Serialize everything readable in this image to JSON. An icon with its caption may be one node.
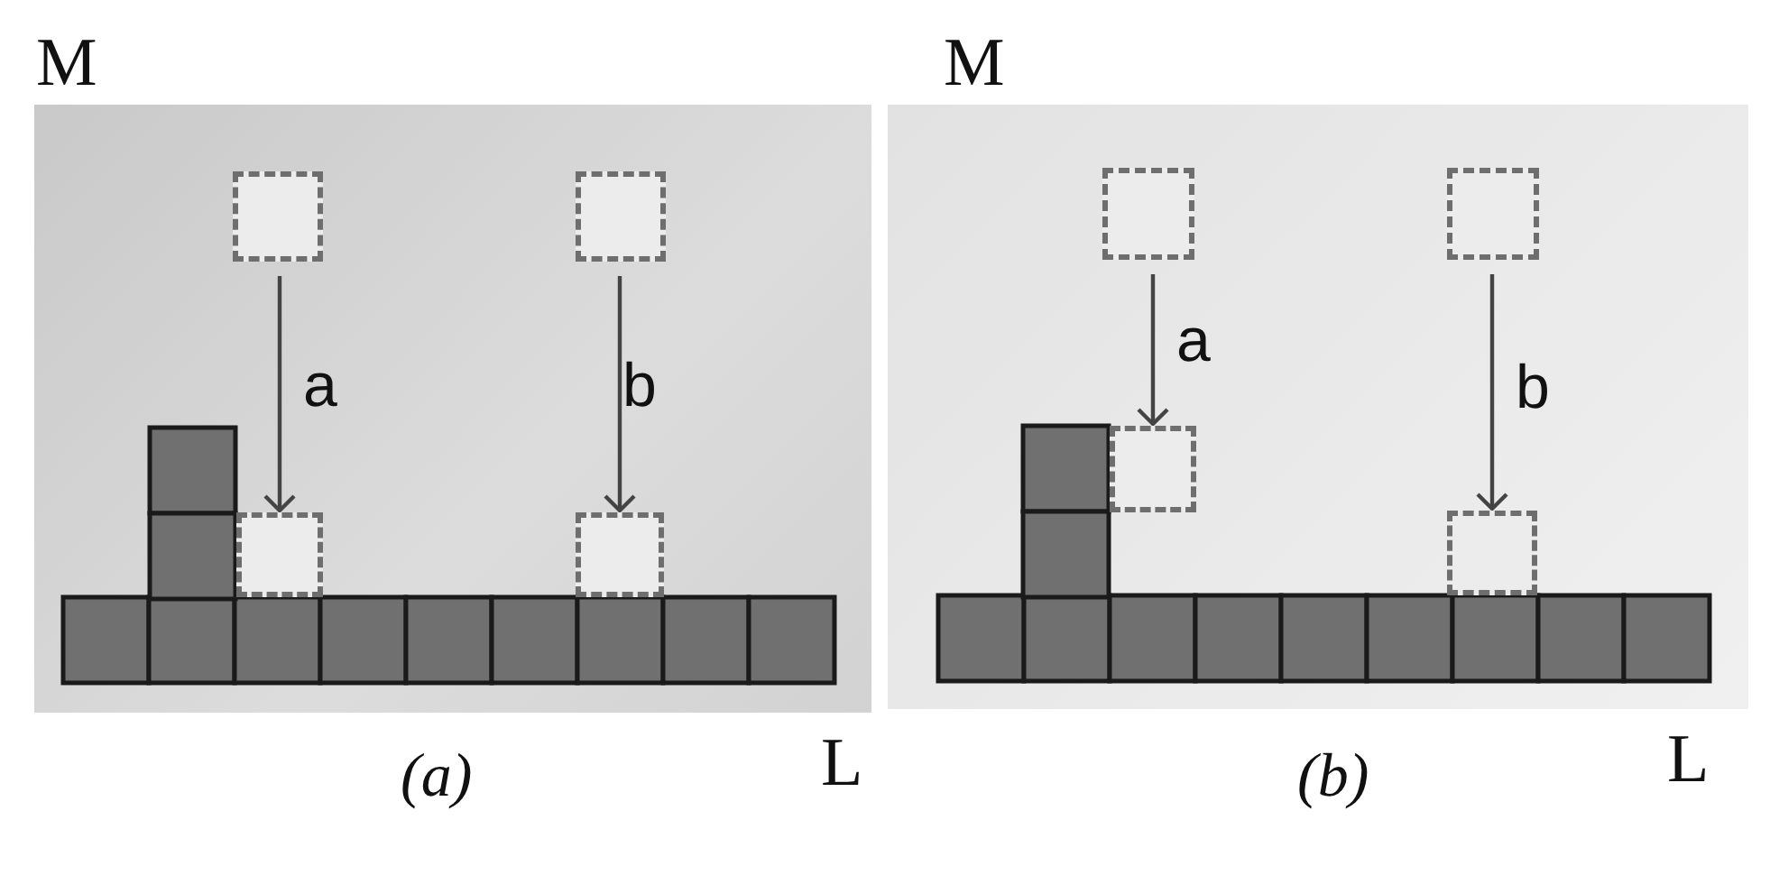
{
  "diagram": {
    "nodes": [
      {
        "text": [],
        "shape": "box"
      },
      {
        "text": [],
        "shape": "box"
      },
      {
        "text": [],
        "shape": "box"
      },
      {
        "text": [],
        "shape": "box"
      },
      {
        "text": [],
        "shape": "box"
      },
      {
        "text": [],
        "shape": "box"
      },
      {
        "text": [],
        "shape": "box"
      },
      {
        "text": [],
        "shape": "box"
      }
    ],
    "edges": [
      {
        "from": 0,
        "to": 2,
        "arrow": "to",
        "label": "a"
      },
      {
        "from": 1,
        "to": 3,
        "arrow": "to",
        "label": "b"
      },
      {
        "from": 4,
        "to": 6,
        "arrow": "to",
        "label": "a"
      },
      {
        "from": 5,
        "to": 7,
        "arrow": "to",
        "label": "b"
      }
    ],
    "labels": [
      "M",
      "L",
      "(a)",
      "M",
      "L",
      "(b)"
    ]
  }
}
